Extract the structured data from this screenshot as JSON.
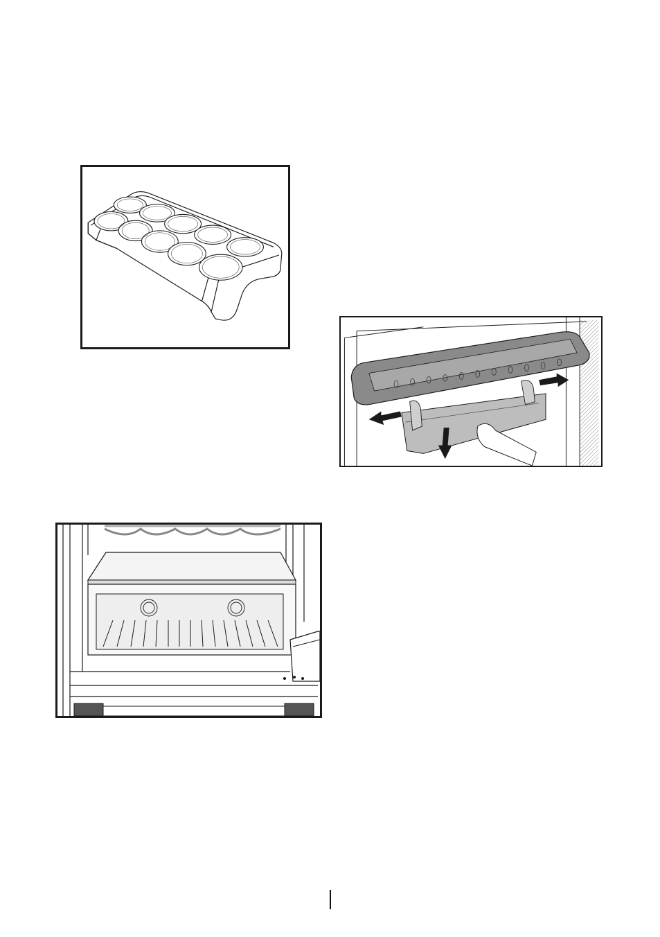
{
  "figures": [
    {
      "id": "egg-tray",
      "icon": "egg-tray-illustration"
    },
    {
      "id": "door-shelf-removal",
      "icon": "door-shelf-removal-illustration"
    },
    {
      "id": "crisper-drawer",
      "icon": "crisper-drawer-illustration"
    }
  ],
  "colors": {
    "line": "#1a1a1a",
    "shelf_fill": "#8a8a8a",
    "crisper_fill": "#eeeeee"
  }
}
